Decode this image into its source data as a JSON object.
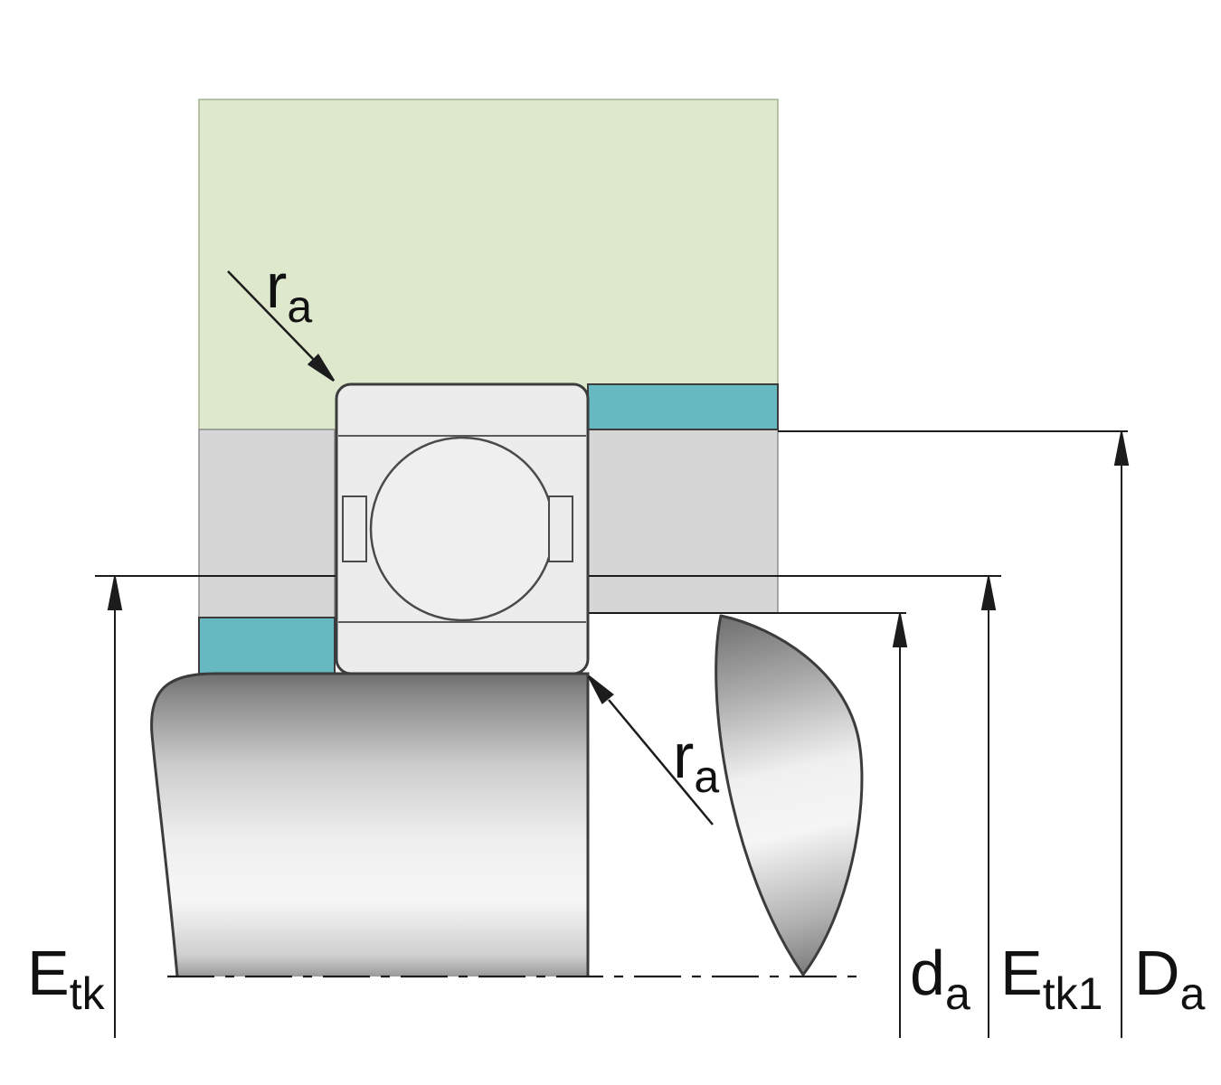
{
  "diagram": {
    "labels": {
      "ra_top": {
        "base": "r",
        "sub": "a"
      },
      "ra_bottom": {
        "base": "r",
        "sub": "a"
      },
      "etk": {
        "base": "E",
        "sub": "tk"
      },
      "da": {
        "base": "d",
        "sub": "a"
      },
      "etk1": {
        "base": "E",
        "sub": "tk1"
      },
      "Da": {
        "base": "D",
        "sub": "a"
      }
    },
    "colors": {
      "housing_green": "#dde8cd",
      "abutment_teal": "#66b9c1",
      "housing_gray": "#d6d6d6",
      "bearing_gray": "#ececec",
      "ball_gray": "#efefef",
      "contour": "#3c3c3c",
      "dimension": "#1c1c1c"
    }
  }
}
